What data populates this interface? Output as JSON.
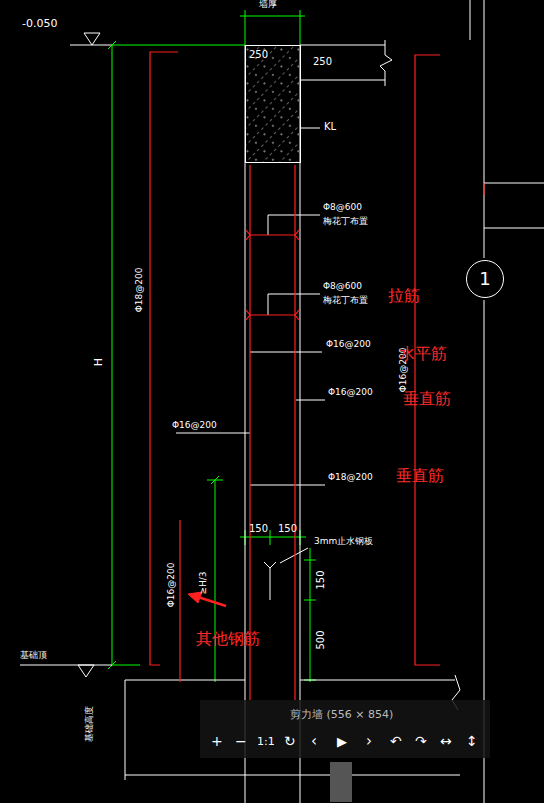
{
  "diagram": {
    "nodes": [
      {
        "text": [
          "250"
        ]
      },
      {
        "text": [
          "1"
        ]
      }
    ],
    "labels": [
      "-0.050",
      "墙厚",
      "250",
      "KL",
      "Φ8@600",
      "梅花丁布置",
      "Φ8@600",
      "梅花丁布置",
      "Φ16@200",
      "Φ16@200",
      "Φ18@200",
      "Φ16@200",
      "Φ18@200",
      "Φ16@200",
      "H",
      "Φ16@200",
      "≥H/3",
      "150",
      "150",
      "3mm止水钢板",
      "150",
      "500",
      "基础顶",
      "基础高度",
      "拉筋",
      "水平筋",
      "垂直筋",
      "垂直筋",
      "其他钢筋",
      "剪力墙 (556 × 854)",
      "+",
      "−",
      "1:1",
      "↻",
      "‹",
      "▶",
      "›",
      "↶",
      "↷",
      "↔",
      "↕"
    ]
  }
}
